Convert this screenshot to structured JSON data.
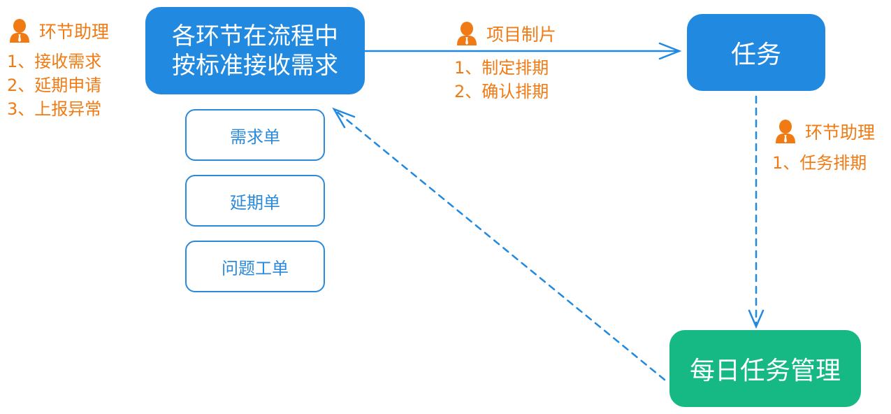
{
  "colors": {
    "primary_blue": "#2189e0",
    "green": "#16b884",
    "orange": "#f07b14",
    "doc_border": "#2b8ad9"
  },
  "nodes": {
    "receive_requirements": {
      "line1": "各环节在流程中",
      "line2": "按标准接收需求"
    },
    "task": {
      "label": "任务"
    },
    "daily_task_mgmt": {
      "label": "每日任务管理"
    }
  },
  "documents": [
    {
      "label": "需求单"
    },
    {
      "label": "延期单"
    },
    {
      "label": "问题工单"
    }
  ],
  "roles": {
    "left": {
      "icon": "person-icon",
      "title": "环节助理",
      "items": [
        "1、接收需求",
        "2、延期申请",
        "3、上报异常"
      ]
    },
    "top": {
      "icon": "person-icon",
      "title": "项目制片",
      "items": [
        "1、制定排期",
        "2、确认排期"
      ]
    },
    "right": {
      "icon": "person-icon",
      "title": "环节助理",
      "items": [
        "1、任务排期"
      ]
    }
  },
  "edges": [
    {
      "from": "receive_requirements",
      "to": "task",
      "style": "solid"
    },
    {
      "from": "task",
      "to": "daily_task_mgmt",
      "style": "dashed"
    },
    {
      "from": "daily_task_mgmt",
      "to": "receive_requirements",
      "style": "dashed"
    }
  ]
}
